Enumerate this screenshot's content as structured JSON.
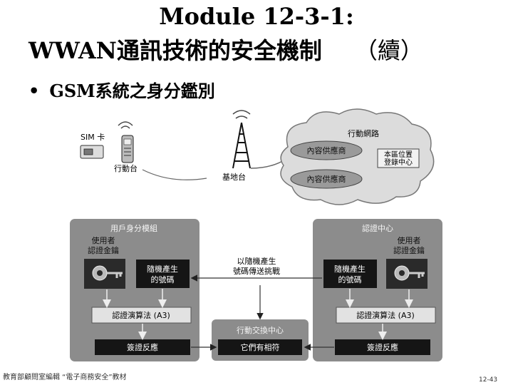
{
  "header": {
    "title_line1": "Module 12-3-1:",
    "title_line2": "WWAN通訊技術的安全機制",
    "title_suffix": "（續）"
  },
  "bullet": "GSM系統之身分鑑別",
  "diagram": {
    "sim_card": "SIM 卡",
    "mobile_station": "行動台",
    "base_station": "基地台",
    "mobile_network": "行動網路",
    "content_provider_1": "內容供應商",
    "content_provider_2": "內容供應商",
    "home_location_register": [
      "本區位置",
      "登錄中心"
    ],
    "user_module": {
      "title": "用戶身分模組",
      "key_label": [
        "使用者",
        "認證金鑰"
      ],
      "random_box": [
        "隨機產生",
        "的號碼"
      ],
      "algorithm": "認證演算法 (A3)",
      "signed_response": "簽證反應"
    },
    "auth_center": {
      "title": "認證中心",
      "key_label": [
        "使用者",
        "認證金鑰"
      ],
      "random_box": [
        "隨機產生",
        "的號碼"
      ],
      "algorithm": "認證演算法 (A3)",
      "signed_response": "簽證反應"
    },
    "challenge_label": [
      "以隨機產生",
      "號碼傳送挑戰"
    ],
    "switching_center": {
      "title": "行動交換中心",
      "compare": "它們有相符"
    }
  },
  "footer": {
    "left": "教育部顧問室編輯 “電子商務安全”教材",
    "page": "12-43"
  },
  "colors": {
    "panel_fill": "#8c8c8c",
    "panel_dark": "#5a5a5a",
    "box_black": "#151515",
    "box_light": "#e2e2e2",
    "cloud_fill": "#dcdcdc",
    "oval_fill": "#9a9a9a"
  }
}
